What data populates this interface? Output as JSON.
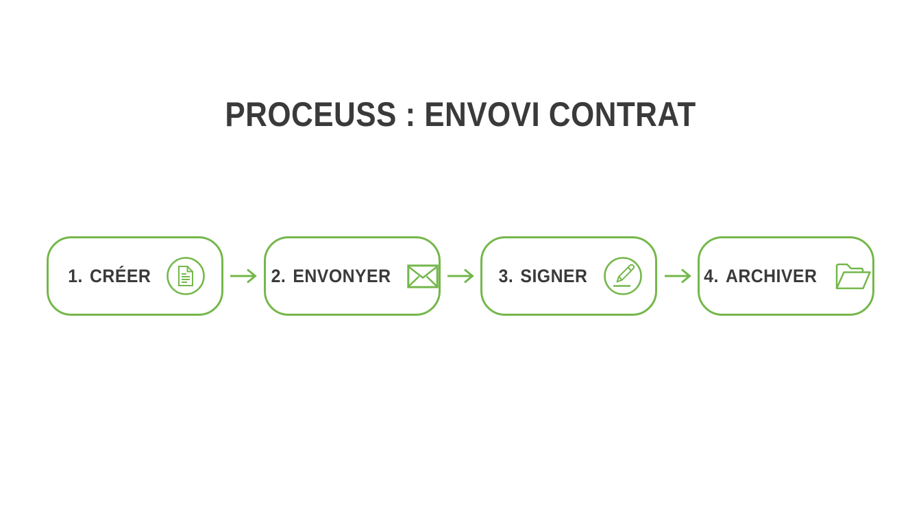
{
  "title": "PROCEUSS : ENVOVI CONTRAT",
  "colors": {
    "accent": "#74b74a",
    "text": "#3a3a3a",
    "background": "#ffffff"
  },
  "steps": [
    {
      "number": "1.",
      "name": "CRÉER",
      "icon": "document-icon"
    },
    {
      "number": "2.",
      "name": "ENVONYER",
      "icon": "envelope-icon"
    },
    {
      "number": "3.",
      "name": "SIGNER",
      "icon": "pencil-icon"
    },
    {
      "number": "4.",
      "name": "ARCHIVER",
      "icon": "folder-icon"
    }
  ]
}
